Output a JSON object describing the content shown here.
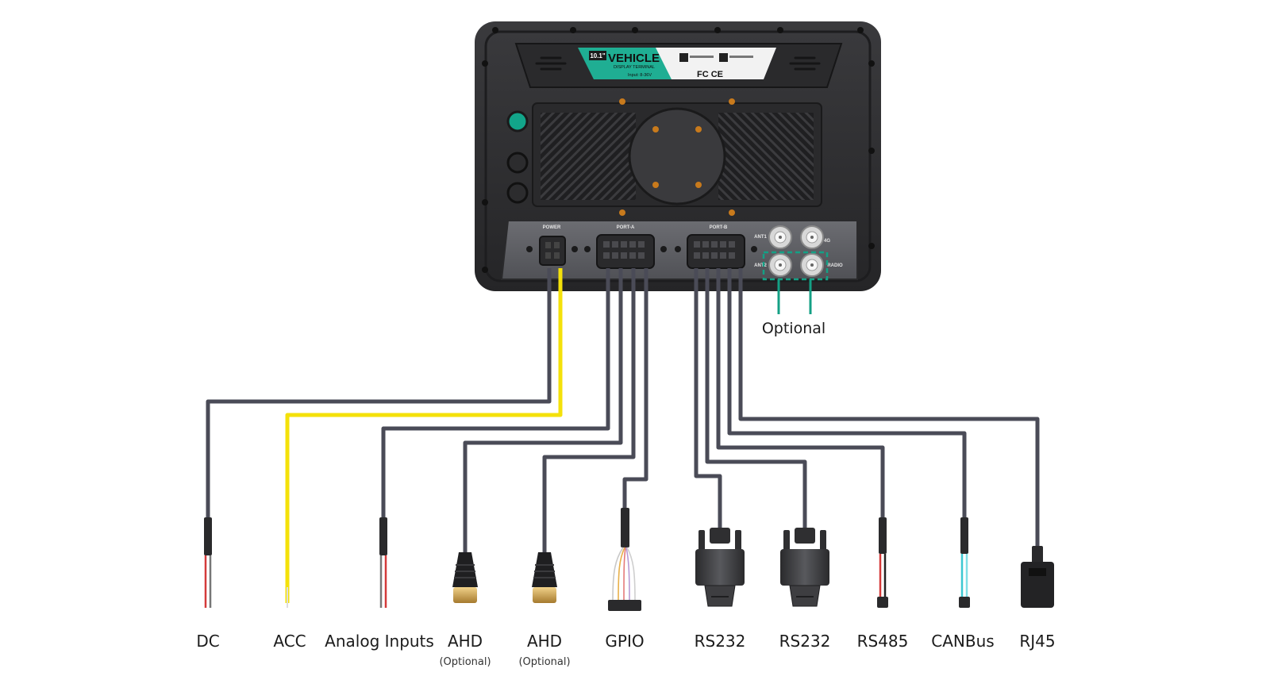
{
  "device": {
    "badge_size": "10.1\"",
    "title": "VEHICLE",
    "subtitle": "DISPLAY TERMINAL",
    "input": "Input: 8-36V",
    "cert_marks": "FC CE",
    "port_labels": {
      "power": "POWER",
      "port_a": "PORT-A",
      "port_b": "PORT-B",
      "ant1": "ANT1",
      "ant2": "ANT2",
      "g4": "4G",
      "radio": "RADIO"
    }
  },
  "optional_label": "Optional",
  "cables": [
    {
      "label": "DC",
      "sublabel": ""
    },
    {
      "label": "ACC",
      "sublabel": ""
    },
    {
      "label": "Analog Inputs",
      "sublabel": ""
    },
    {
      "label": "AHD",
      "sublabel": "(Optional)"
    },
    {
      "label": "AHD",
      "sublabel": "(Optional)"
    },
    {
      "label": "GPIO",
      "sublabel": ""
    },
    {
      "label": "RS232",
      "sublabel": ""
    },
    {
      "label": "RS232",
      "sublabel": ""
    },
    {
      "label": "RS485",
      "sublabel": ""
    },
    {
      "label": "CANBus",
      "sublabel": ""
    },
    {
      "label": "RJ45",
      "sublabel": ""
    }
  ],
  "colors": {
    "cable": "#4a4b57",
    "acc_wire": "#f4e10a",
    "accent": "#14a085",
    "body": "#2f2f31",
    "red_wire": "#d43a3a",
    "cyan_wire": "#3cc8d2"
  }
}
